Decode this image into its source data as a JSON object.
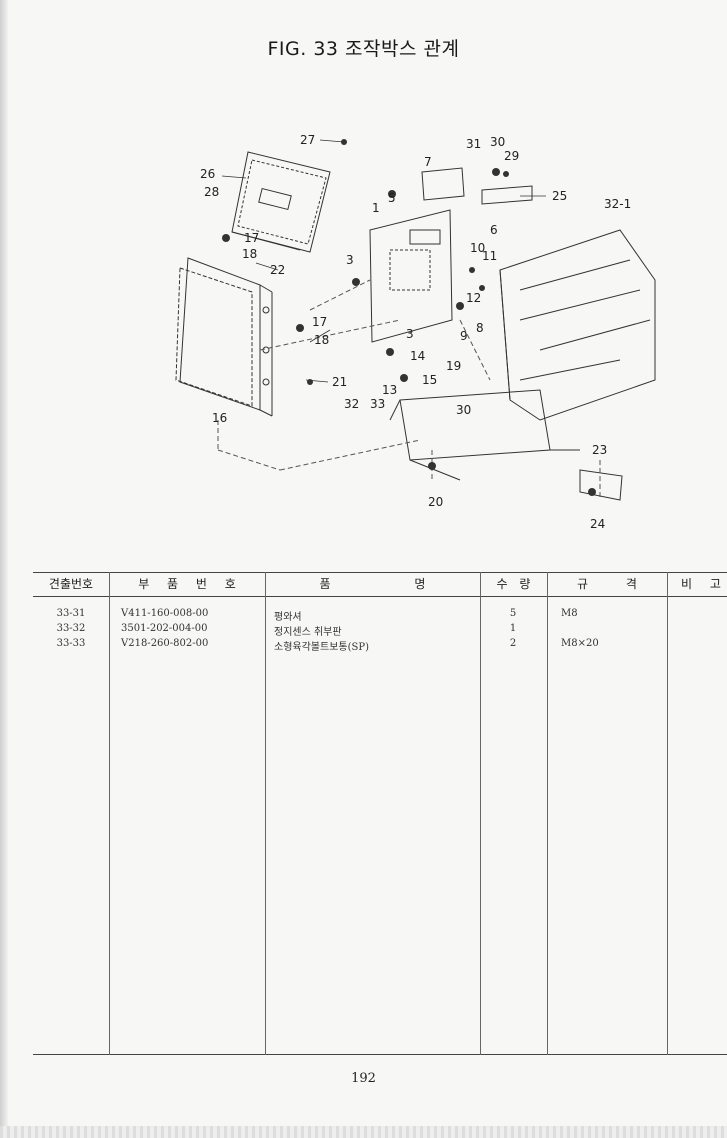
{
  "page": {
    "title": "FIG. 33 조작박스 관계",
    "page_number": "192"
  },
  "callouts": [
    "27",
    "26",
    "28",
    "17",
    "18",
    "22",
    "16",
    "3",
    "5",
    "1",
    "7",
    "31",
    "30",
    "29",
    "25",
    "6",
    "10",
    "11",
    "12",
    "9",
    "8",
    "13",
    "14",
    "15",
    "19",
    "30",
    "17",
    "18",
    "21",
    "32",
    "33",
    "20",
    "23",
    "24",
    "32-1",
    "3"
  ],
  "table": {
    "headers": [
      "견출번호",
      "부 품 번 호",
      "품 명",
      "수 량",
      "규 격",
      "비 고"
    ],
    "rows": [
      {
        "no": "33-31",
        "part": "V411-160-008-00",
        "name": "평와셔",
        "qty": "5",
        "spec": "M8"
      },
      {
        "no": "33-32",
        "part": "3501-202-004-00",
        "name": "정지센스 취부판",
        "qty": "1",
        "spec": ""
      },
      {
        "no": "33-33",
        "part": "V218-260-802-00",
        "name": "소형육각볼트보통(SP)",
        "qty": "2",
        "spec": "M8×20"
      }
    ]
  }
}
